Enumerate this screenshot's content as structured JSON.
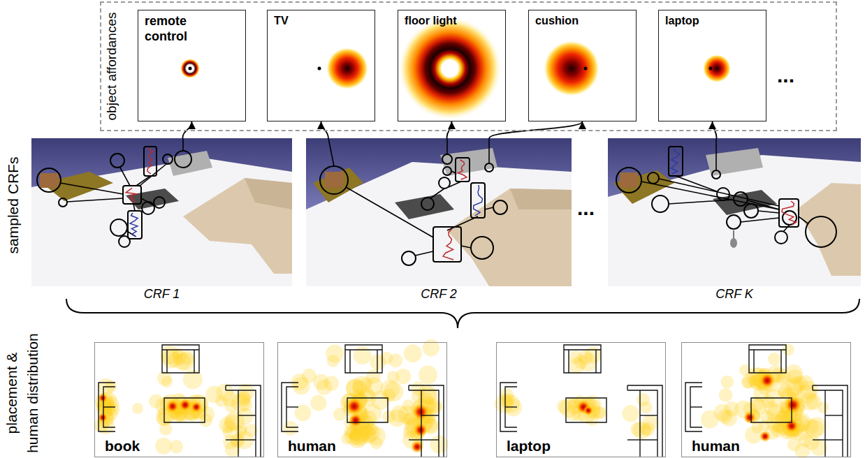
{
  "diagram": {
    "nodes": [
      {
        "text": [
          "object affordances"
        ]
      },
      {
        "text": [
          "remote control"
        ],
        "in": 0
      },
      {
        "text": [
          "TV"
        ],
        "in": 0
      },
      {
        "text": [
          "floor light"
        ],
        "in": 0
      },
      {
        "text": [
          "cushion"
        ],
        "in": 0
      },
      {
        "text": [
          "laptop"
        ],
        "in": 0
      },
      {
        "text": [
          "CRF 1"
        ]
      },
      {
        "text": [
          "CRF 2"
        ]
      },
      {
        "text": [
          "CRF K"
        ]
      },
      {
        "text": [
          "book"
        ]
      },
      {
        "text": [
          "human"
        ]
      },
      {
        "text": [
          "laptop"
        ]
      },
      {
        "text": [
          "human"
        ]
      }
    ],
    "edges": [
      {
        "from": 6,
        "to": 1,
        "arrow": "to"
      },
      {
        "from": 7,
        "to": 2,
        "arrow": "to"
      },
      {
        "from": 7,
        "to": 3,
        "arrow": "to"
      },
      {
        "from": 7,
        "to": 4,
        "arrow": "to"
      },
      {
        "from": 8,
        "to": 5,
        "arrow": "to"
      }
    ],
    "labels": [
      "...",
      "sampled CRFs",
      "...",
      "placement & human distribution"
    ]
  }
}
